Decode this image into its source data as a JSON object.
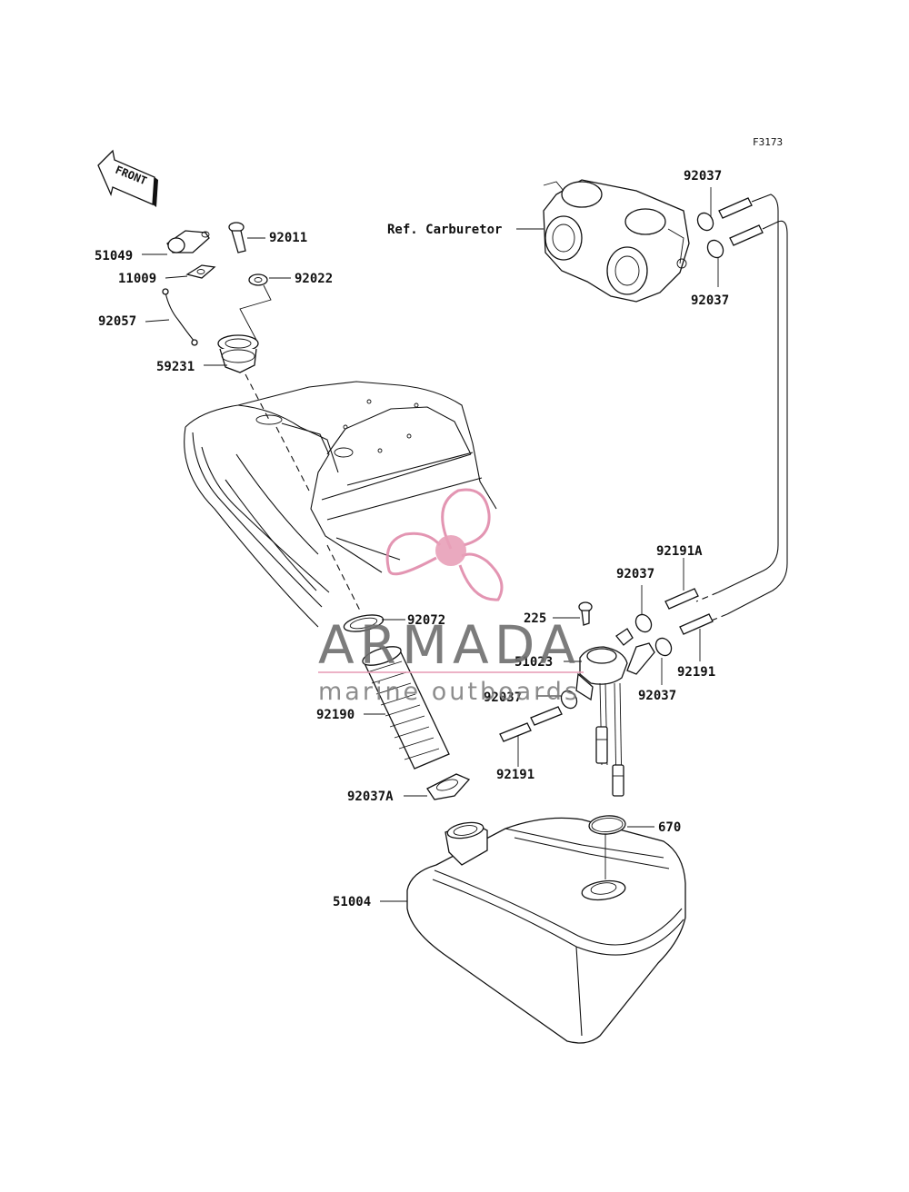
{
  "figure_code": "F3173",
  "front_arrow_label": "FRONT",
  "labels": {
    "ref_carburetor": "Ref. Carburetor",
    "p92037_top": "92037",
    "p92037_right": "92037",
    "p51049": "51049",
    "p92011": "92011",
    "p11009": "11009",
    "p92022": "92022",
    "p92057": "92057",
    "p59231": "59231",
    "p92191A": "92191A",
    "p92037_valve_top": "92037",
    "p225": "225",
    "p92072": "92072",
    "p51023": "51023",
    "p92191_right": "92191",
    "p92037_valve_left": "92037",
    "p92037_valve_right": "92037",
    "p92190": "92190",
    "p92191_bottom": "92191",
    "p92037A": "92037A",
    "p670": "670",
    "p51004": "51004"
  },
  "watermark": {
    "title": "ARMADA",
    "subtitle": "marine outboards",
    "accent_color": "#e08aaa",
    "line_color": "#e8a0b8"
  }
}
